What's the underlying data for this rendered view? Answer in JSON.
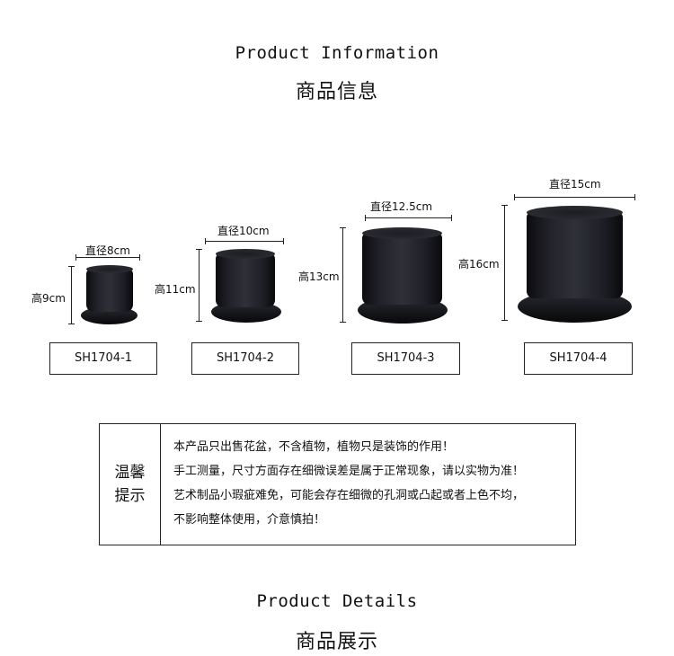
{
  "product_information": {
    "title_en": "Product Information",
    "title_cn": "商品信息"
  },
  "products": [
    {
      "sku": "SH1704-1",
      "diameter_label": "直径8cm",
      "height_label": "高9cm"
    },
    {
      "sku": "SH1704-2",
      "diameter_label": "直径10cm",
      "height_label": "高11cm"
    },
    {
      "sku": "SH1704-3",
      "diameter_label": "直径12.5cm",
      "height_label": "高13cm"
    },
    {
      "sku": "SH1704-4",
      "diameter_label": "直径15cm",
      "height_label": "高16cm"
    }
  ],
  "notice": {
    "title_line1": "温馨",
    "title_line2": "提示",
    "lines": [
      "本产品只出售花盆，不含植物，植物只是装饰的作用！",
      "手工测量，尺寸方面存在细微误差是属于正常现象，请以实物为准！",
      "艺术制品小瑕疵难免，可能会存在细微的孔洞或凸起或者上色不均，",
      "不影响整体使用，介意慎拍！"
    ]
  },
  "product_details": {
    "title_en": "Product Details",
    "title_cn": "商品展示"
  },
  "colors": {
    "pot": "#1f2027",
    "line": "#222222",
    "background": "#ffffff"
  }
}
